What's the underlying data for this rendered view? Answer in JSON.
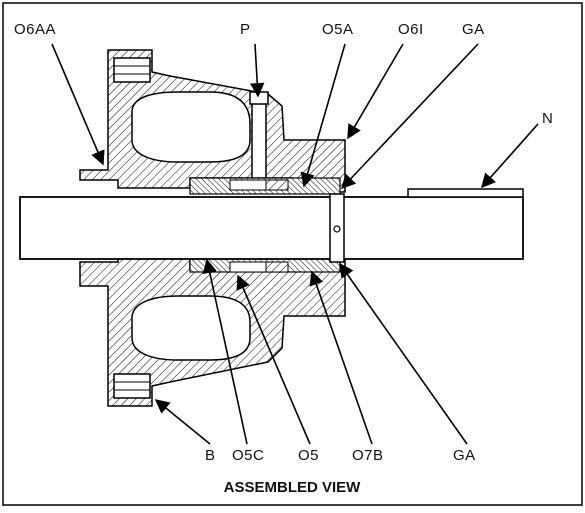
{
  "caption": "ASSEMBLED VIEW",
  "callouts": {
    "c06AA": "O6AA",
    "cP": "P",
    "c05A": "O5A",
    "c06I": "O6I",
    "cGA_top": "GA",
    "cN": "N",
    "cB": "B",
    "c05C": "O5C",
    "c05": "O5",
    "c07B": "O7B",
    "cGA_bottom": "GA"
  }
}
